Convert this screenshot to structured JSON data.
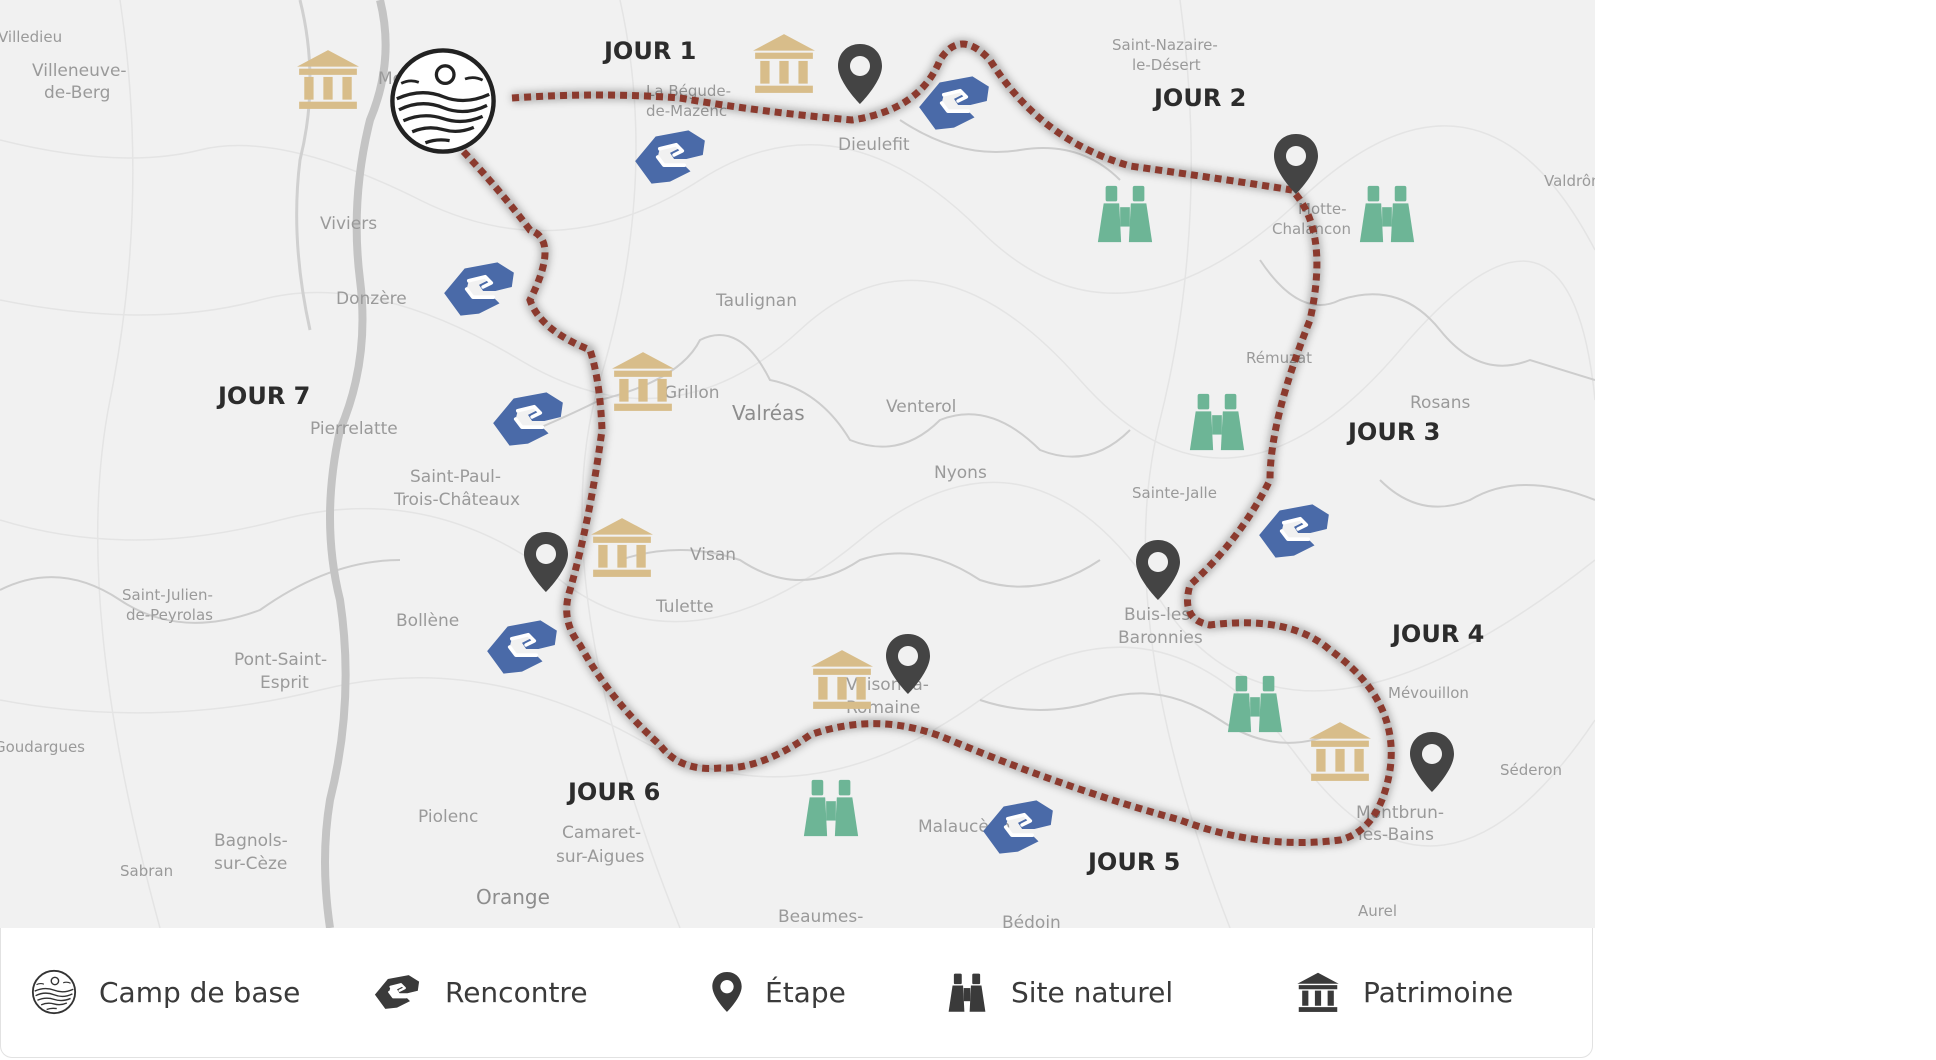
{
  "map": {
    "days": [
      "JOUR 1",
      "JOUR 2",
      "JOUR 3",
      "JOUR 4",
      "JOUR 5",
      "JOUR 6",
      "JOUR 7"
    ],
    "towns": [
      "Villedieu",
      "Villeneuve-",
      "de-Berg",
      "La Bégude-",
      "de-Mazenc",
      "Dieulefit",
      "Saint-Nazaire-",
      "le-Désert",
      "Valdrôme",
      "Viviers",
      "Donzère",
      "Taulignan",
      "Motte-",
      "Chalancon",
      "Rémuzat",
      "Grillon",
      "Valréas",
      "Venterol",
      "Rosans",
      "Pierrelatte",
      "Nyons",
      "Saint-Paul-",
      "Trois-Châteaux",
      "Sainte-Jalle",
      "Visan",
      "Saint-Julien-",
      "de-Peyrolas",
      "Bollène",
      "Tulette",
      "Buis-les-",
      "Baronnies",
      "Pont-Saint-",
      "Esprit",
      "Vaison-la-",
      "Romaine",
      "Mévouillon",
      "Goudargues",
      "Séderon",
      "Piolenc",
      "Camaret-",
      "sur-Aigues",
      "Montbrun-",
      "les-Bains",
      "Bagnols-",
      "sur-Cèze",
      "Malaucène",
      "Sabran",
      "Orange",
      "Beaumes-",
      "Bédoin",
      "Aurel",
      "Montélimar"
    ],
    "colors": {
      "route": "#8b3a2e",
      "rencontre": "#4a6aa8",
      "etape": "#444444",
      "site_naturel": "#6db596",
      "patrimoine": "#d8bd8a",
      "camp": "#222222"
    }
  },
  "legend": {
    "camp": {
      "label": "Camp de base",
      "icon": "camp-icon"
    },
    "rencontre": {
      "label": "Rencontre",
      "icon": "handshake-icon"
    },
    "etape": {
      "label": "Étape",
      "icon": "pin-icon"
    },
    "site_naturel": {
      "label": "Site naturel",
      "icon": "binoculars-icon"
    },
    "patrimoine": {
      "label": "Patrimoine",
      "icon": "temple-icon"
    }
  }
}
